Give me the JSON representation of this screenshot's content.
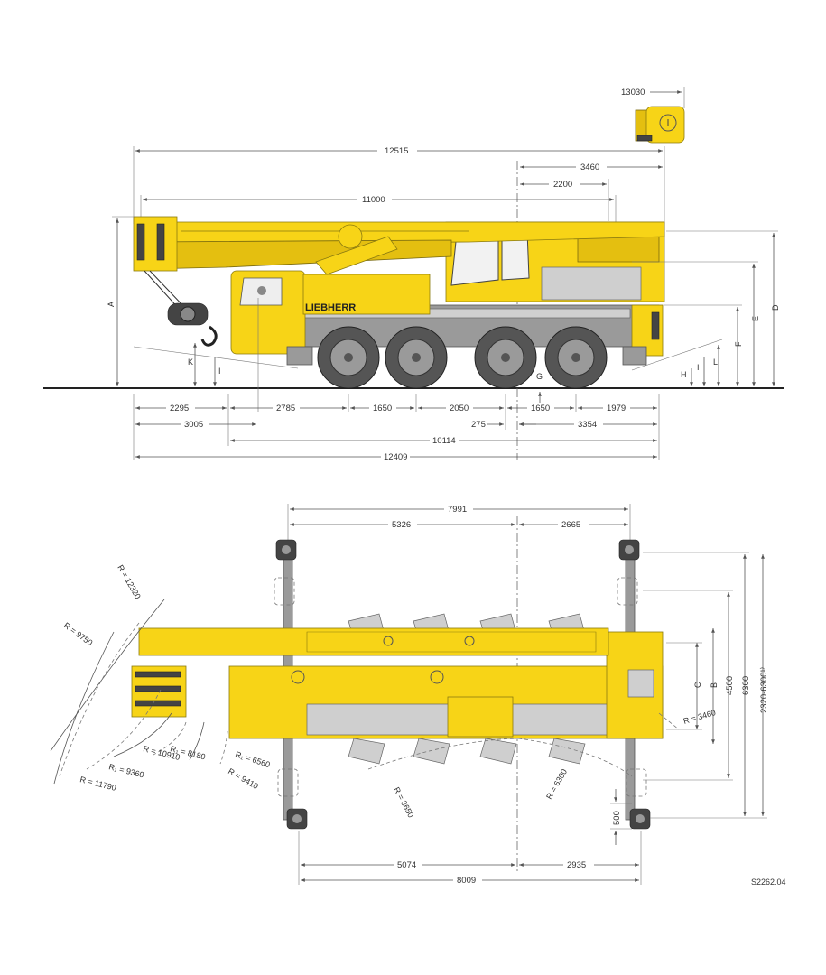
{
  "side_view": {
    "dims_top": {
      "d13030": "13030",
      "d12515": "12515",
      "d3460": "3460",
      "d2200": "2200",
      "d11000": "11000"
    },
    "dims_bottom": {
      "d2295": "2295",
      "d2785": "2785",
      "d1650a": "1650",
      "d2050": "2050",
      "d1650b": "1650",
      "d1979": "1979",
      "d3005": "3005",
      "d275": "275",
      "d3354": "3354",
      "d10114": "10114",
      "d12409": "12409"
    },
    "letters": {
      "A": "A",
      "D": "D",
      "E": "E",
      "F": "F",
      "G": "G",
      "H": "H",
      "I": "I",
      "K": "K",
      "L": "L"
    },
    "brand": "LIEBHERR"
  },
  "top_view": {
    "dims_top": {
      "d7991": "7991",
      "d5326": "5326",
      "d2665": "2665"
    },
    "dims_bottom": {
      "d5074": "5074",
      "d2935": "2935",
      "d8009": "8009"
    },
    "dims_right": {
      "d4500": "4500",
      "d6300": "6300",
      "d2320_6300": "2320-6300¹⁾",
      "d500": "500",
      "B": "B",
      "C": "C"
    },
    "radii": {
      "r12320": "R = 12320",
      "r9750": "R = 9750",
      "r11790": "R = 11790",
      "r9360": "R₁ = 9360",
      "r10910": "R = 10910",
      "r8180": "R₁ = 8180",
      "r9410": "R = 9410",
      "r6560": "R₁ = 6560",
      "r3460": "R = 3460",
      "r6300": "R = 6300",
      "r3650": "R = 3650"
    }
  },
  "drawing_code": "S2262.04",
  "colors": {
    "crane_yellow": "#f7d417",
    "chassis_gray": "#9a9a9a",
    "line": "#555555"
  }
}
